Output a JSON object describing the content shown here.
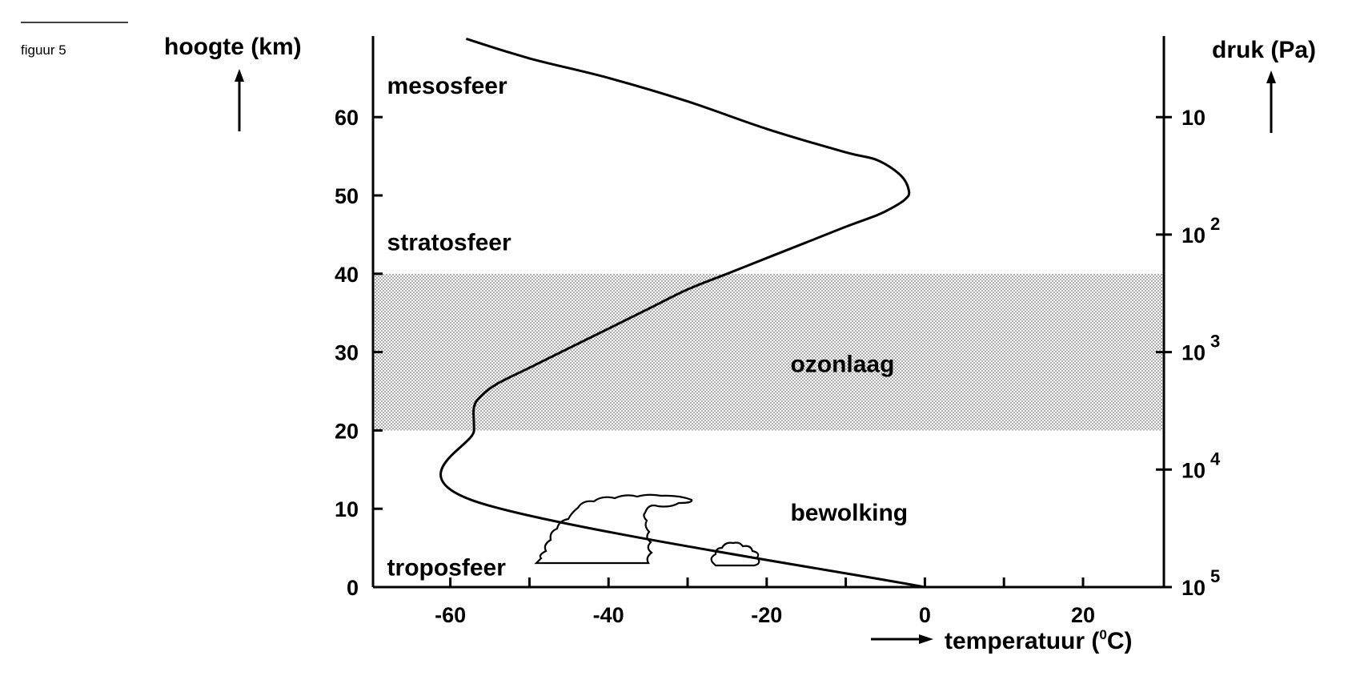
{
  "figure_label": "figuur 5",
  "colors": {
    "ink": "#000000",
    "band": "#d4d4d4"
  },
  "chart_data": {
    "type": "line",
    "xlabel": "temperatuur (°C)",
    "xlabel_main": "temperatuur (",
    "xlabel_unit_sup": "0",
    "xlabel_unit_end": "C)",
    "ylabel": "hoogte (km)",
    "y2label": "druk (Pa)",
    "xlim": [
      -70,
      30
    ],
    "ylim": [
      0,
      70
    ],
    "x_tick_values": [
      -60,
      -50,
      -40,
      -30,
      -20,
      -10,
      0,
      10,
      20
    ],
    "x_tick_labels": [
      {
        "value": -60,
        "label": "-60"
      },
      {
        "value": -40,
        "label": "-40"
      },
      {
        "value": -20,
        "label": "-20"
      },
      {
        "value": 0,
        "label": "0"
      },
      {
        "value": 20,
        "label": "20"
      }
    ],
    "y_ticks": [
      0,
      10,
      20,
      30,
      40,
      50,
      60
    ],
    "y_tick_labels": [
      "0",
      "10",
      "20",
      "30",
      "40",
      "50",
      "60"
    ],
    "y2_ticks": [
      {
        "height": 60,
        "base": "10",
        "exp": ""
      },
      {
        "height": 45,
        "base": "10",
        "exp": "2"
      },
      {
        "height": 30,
        "base": "10",
        "exp": "3"
      },
      {
        "height": 15,
        "base": "10",
        "exp": "4"
      },
      {
        "height": 0,
        "base": "10",
        "exp": "5"
      }
    ],
    "grid": false,
    "series": [
      {
        "x": [
          0,
          -57,
          -57,
          -57,
          -56,
          -54,
          -50,
          -45,
          -40,
          -35,
          -30,
          -25,
          -20,
          -15,
          -10,
          -6,
          -4,
          -2.5,
          -2,
          -3,
          -6,
          -10,
          -20,
          -30,
          -40,
          -50,
          -58
        ],
        "y": [
          0,
          11,
          20,
          23,
          24.5,
          26,
          28,
          30.5,
          33,
          35.5,
          38,
          40,
          42,
          44,
          46,
          47.5,
          48.5,
          49.5,
          50.5,
          52.5,
          54.5,
          55.5,
          58.5,
          62,
          65,
          67.5,
          70
        ]
      }
    ],
    "ozone_band": [
      20,
      40
    ],
    "annotations": [
      {
        "text": "mesosfeer",
        "x": -68,
        "y": 64
      },
      {
        "text": "stratosfeer",
        "x": -68,
        "y": 44
      },
      {
        "text": "ozonlaag",
        "x": -17,
        "y": 28.5
      },
      {
        "text": "bewolking",
        "x": -17,
        "y": 9.5
      },
      {
        "text": "troposfeer",
        "x": -68,
        "y": 2.5
      }
    ]
  }
}
